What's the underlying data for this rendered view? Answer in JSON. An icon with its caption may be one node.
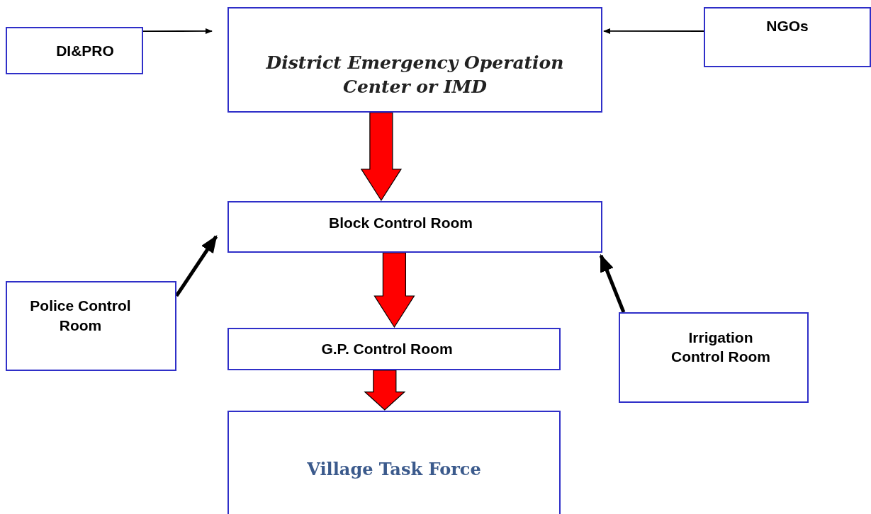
{
  "diagram": {
    "nodes": [
      {
        "text": [
          "DI&PRO"
        ]
      },
      {
        "text": [
          "District Emergency Operation Center or IMD"
        ]
      },
      {
        "text": [
          "NGOs"
        ]
      },
      {
        "text": [
          "Block Control Room"
        ]
      },
      {
        "text": [
          "Police Control Room"
        ]
      },
      {
        "text": [
          "G.P. Control Room"
        ]
      },
      {
        "text": [
          "Irrigation Control Room"
        ]
      },
      {
        "text": [
          "Village Task Force"
        ]
      }
    ],
    "edges": [
      {
        "from": 0,
        "to": 1,
        "arrow": "to"
      },
      {
        "from": 2,
        "to": 1,
        "arrow": "to"
      },
      {
        "from": 1,
        "to": 3,
        "arrow": "to",
        "style": "thick",
        "color": "#ff0000"
      },
      {
        "from": 4,
        "to": 3,
        "arrow": "to",
        "style": "thick"
      },
      {
        "from": 6,
        "to": 3,
        "arrow": "to",
        "style": "thick"
      },
      {
        "from": 3,
        "to": 5,
        "arrow": "to",
        "style": "thick",
        "color": "#ff0000"
      },
      {
        "from": 5,
        "to": 7,
        "arrow": "to",
        "style": "thick",
        "color": "#ff0000"
      }
    ]
  }
}
